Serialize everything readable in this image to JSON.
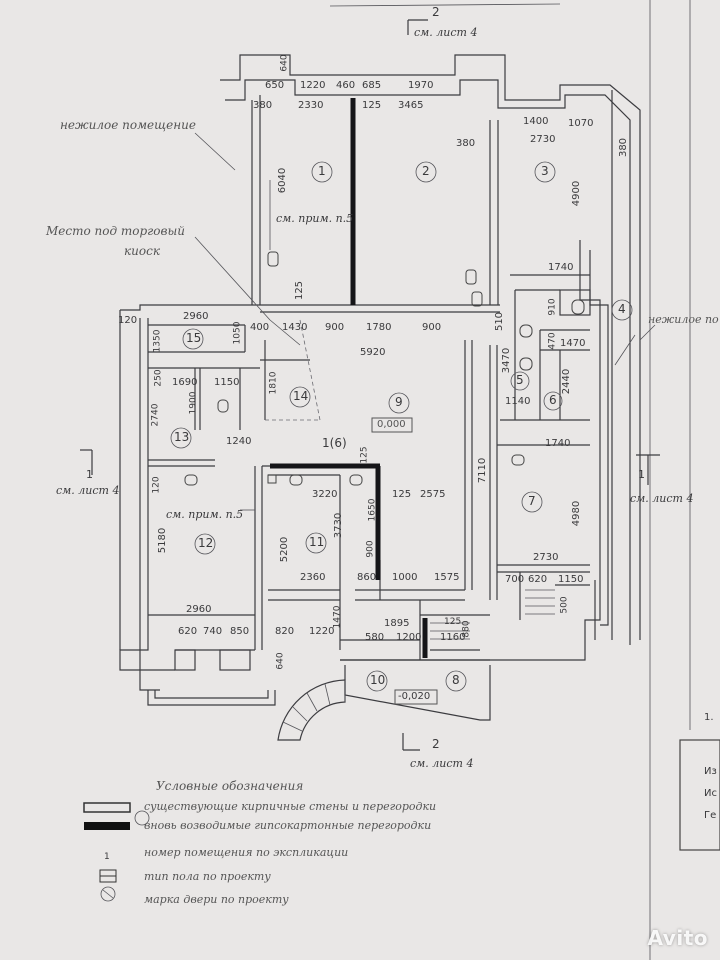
{
  "sheet_ref": {
    "num": "2",
    "text": "см. лист 4"
  },
  "side_ref": {
    "num": "1",
    "text": "см. лист 4"
  },
  "labels": {
    "nonres_left": "нежилое помещение",
    "nonres_right": "нежилое по",
    "kiosk_line1": "Место под торговый",
    "kiosk_line2": "киоск",
    "see_note": "см. прим. п.5"
  },
  "rooms": [
    "1",
    "2",
    "3",
    "4",
    "5",
    "6",
    "7",
    "8",
    "9",
    "10",
    "11",
    "12",
    "13",
    "14",
    "15"
  ],
  "door_mark": "1(6)",
  "levels": {
    "main": "0,000",
    "entry": "-0,020"
  },
  "dimensions": {
    "top_row1": [
      "650",
      "1220",
      "460",
      "685",
      "1970"
    ],
    "top_row2": [
      "380",
      "2330",
      "125",
      "3465"
    ],
    "room3_top": [
      "1400",
      "1070",
      "2730",
      "380",
      "380"
    ],
    "room1": [
      "6040",
      "125",
      "1430",
      "900"
    ],
    "room2": [
      "1780",
      "900",
      "510"
    ],
    "room3": [
      "4900",
      "1740",
      "910",
      "470",
      "1470"
    ],
    "left_block": [
      "120",
      "2960",
      "1050",
      "400",
      "1350",
      "250",
      "1690",
      "1150",
      "1810",
      "1900",
      "2740",
      "1240",
      "120"
    ],
    "hall": [
      "5920",
      "3470",
      "2440",
      "1140",
      "1740",
      "125"
    ],
    "room7": [
      "7110",
      "4980",
      "2730",
      "700",
      "620",
      "1150",
      "500"
    ],
    "room11": [
      "3220",
      "125",
      "2575",
      "1650",
      "3730",
      "5200",
      "900",
      "2360",
      "860",
      "1000",
      "1575"
    ],
    "room12": [
      "5180",
      "2960",
      "620",
      "740",
      "850",
      "820",
      "1220",
      "1470",
      "640"
    ],
    "room8_10": [
      "1895",
      "125",
      "580",
      "1200",
      "1160",
      "880"
    ],
    "top_extra": "640"
  },
  "legend": {
    "title": "Условные обозначения",
    "items": [
      "существующие кирпичные стены и перегородки",
      "вновь возводимые гипсокартонные перегородки",
      "номер помещения по экспликации",
      "тип пола по проекту",
      "марка двери по проекту"
    ],
    "sample_num": "1"
  },
  "margin_marks": [
    "1.",
    "Из",
    "Ис",
    "Ге"
  ],
  "watermark": "Avito"
}
